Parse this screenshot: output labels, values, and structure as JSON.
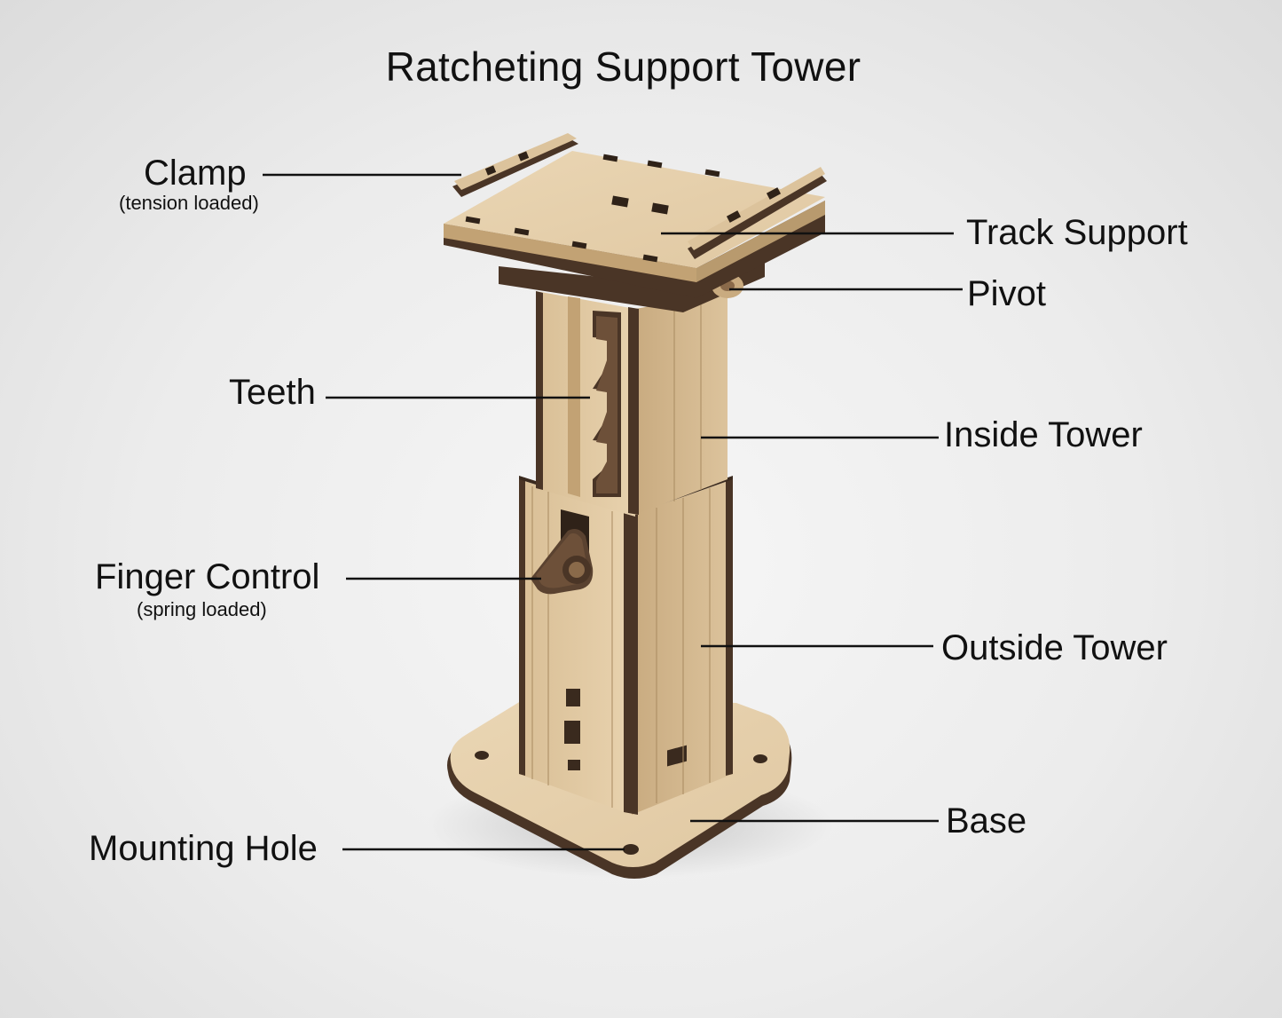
{
  "title": "Ratcheting Support Tower",
  "labels": {
    "clamp": "Clamp",
    "clamp_note": "(tension loaded)",
    "track_support": "Track Support",
    "pivot": "Pivot",
    "teeth": "Teeth",
    "inside_tower": "Inside Tower",
    "finger_control": "Finger Control",
    "finger_control_note": "(spring loaded)",
    "outside_tower": "Outside Tower",
    "base": "Base",
    "mounting_hole": "Mounting Hole"
  },
  "colors": {
    "wood_light": "#e3cba6",
    "wood_mid": "#d2b48a",
    "wood_shade": "#b89a6e",
    "wood_dark_edge": "#4a3526",
    "label_text": "#111111"
  }
}
